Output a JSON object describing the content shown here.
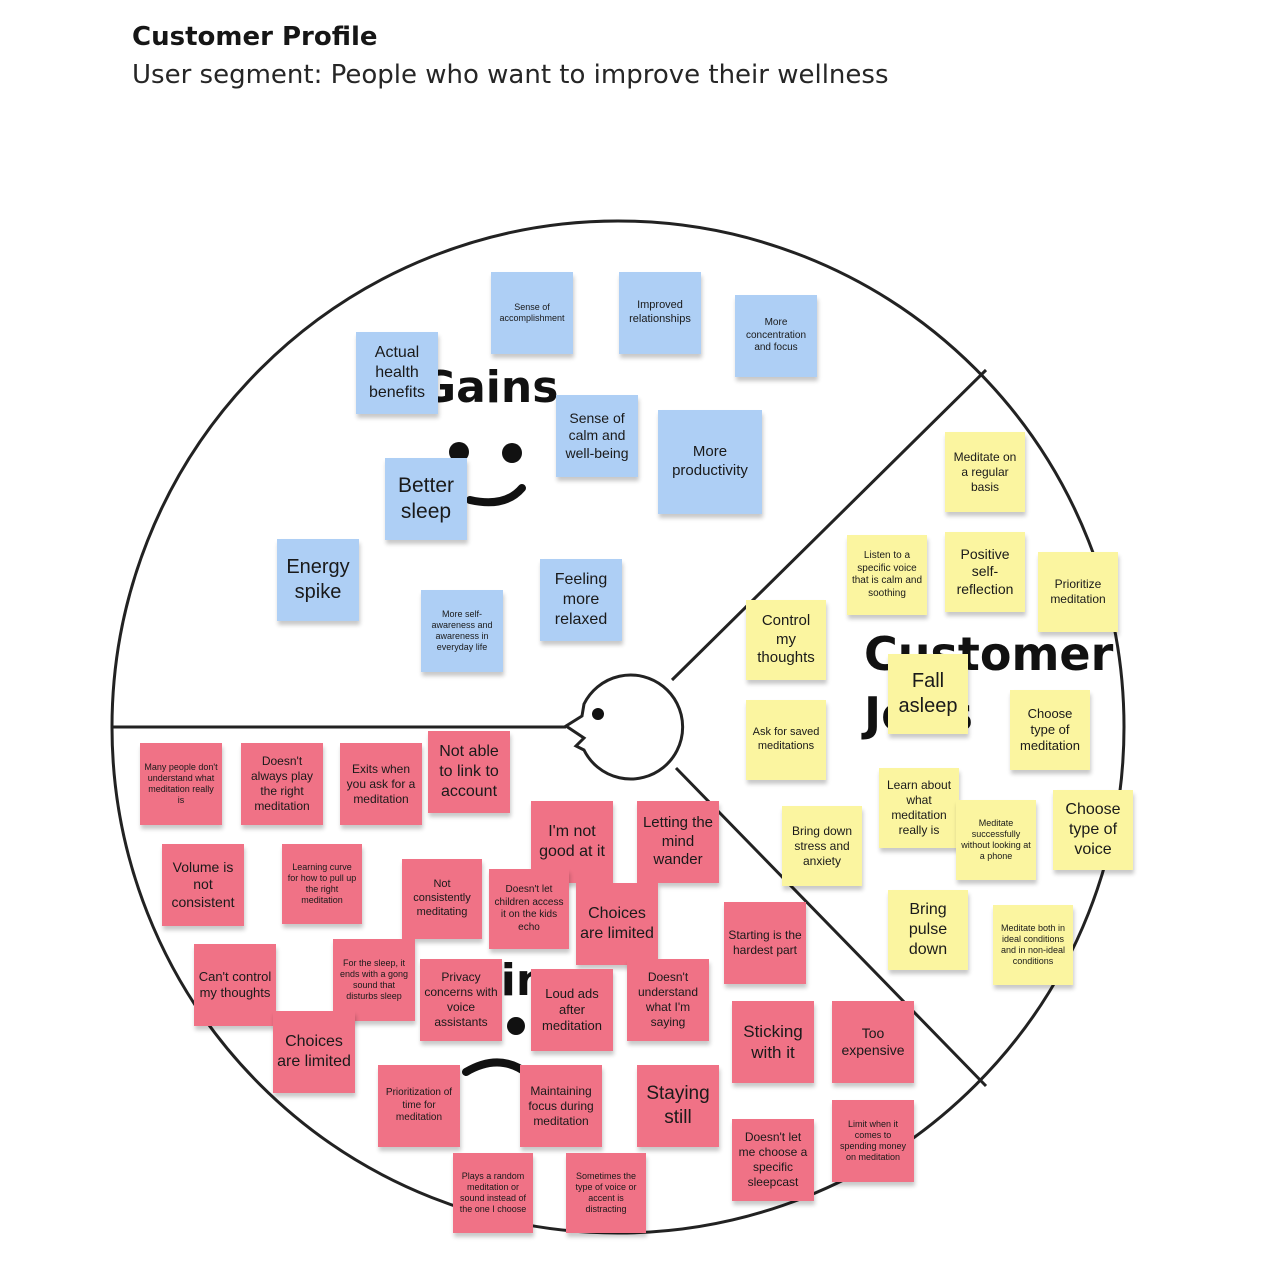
{
  "header": {
    "title": "Customer Profile",
    "subtitle": "User segment: People who want to improve their wellness"
  },
  "zones": {
    "gains": "Gains",
    "jobs": "Customer Jobs",
    "pains": "Pains"
  },
  "colors": {
    "gain_note": "#aecff5",
    "job_note": "#fbf5a0",
    "pain_note": "#f07286",
    "outline": "#222222"
  },
  "notes": {
    "gains": [
      "Sense of accomplishment",
      "Improved relationships",
      "More concentration and focus",
      "Actual health benefits",
      "Sense of calm and well-being",
      "More productivity",
      "Better sleep",
      "Energy spike",
      "Feeling more relaxed",
      "More self-awareness and awareness in everyday life"
    ],
    "jobs": [
      "Meditate on a regular basis",
      "Listen to a specific voice that is calm and soothing",
      "Positive self-reflection",
      "Prioritize meditation",
      "Control my thoughts",
      "Fall asleep",
      "Ask for saved meditations",
      "Choose type of meditation",
      "Learn about what meditation really is",
      "Bring down stress and anxiety",
      "Meditate successfully without looking at a phone",
      "Choose type of voice",
      "Bring pulse down",
      "Meditate both in ideal conditions and in non-ideal conditions"
    ],
    "pains": [
      "Many people don't understand what meditation really is",
      "Doesn't always play the right meditation",
      "Exits when you ask for a meditation",
      "Not able to link to account",
      "I'm not good at it",
      "Letting the mind wander",
      "Volume is not consistent",
      "Learning curve for how to pull up the right meditation",
      "Not consistently meditating",
      "Doesn't let children access it on the kids echo",
      "Choices are limited",
      "Starting is the hardest part",
      "Can't control my thoughts",
      "For the sleep, it ends with a gong sound that disturbs sleep",
      "Privacy concerns with voice assistants",
      "Loud ads after meditation",
      "Doesn't understand what I'm saying",
      "Choices are limited",
      "Sticking with it",
      "Too expensive",
      "Prioritization of time for meditation",
      "Maintaining focus during meditation",
      "Staying still",
      "Doesn't let me choose a specific sleepcast",
      "Limit when it comes to spending money on meditation",
      "Plays a random meditation or sound instead of the one I choose",
      "Sometimes the type of voice or accent is distracting"
    ]
  }
}
